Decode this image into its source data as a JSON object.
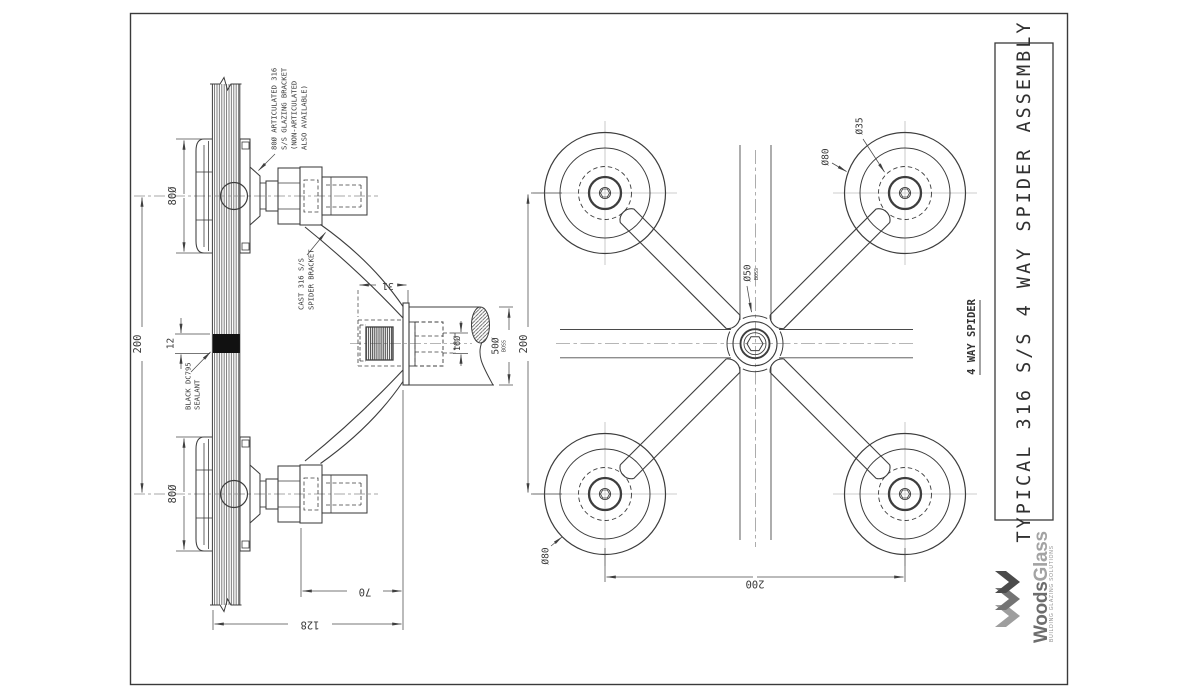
{
  "sheet": {
    "title": "TYPICAL 316 S/S 4 WAY SPIDER ASSEMBLY",
    "view_label": "4 WAY SPIDER"
  },
  "callouts": {
    "glazing_bracket": {
      "line1": "80Ø ARTICULATED 316",
      "line2": "S/S GLAZING BRACKET",
      "line3": "(NON-ARTICULATED",
      "line4": "ALSO AVAILABLE)"
    },
    "spider_bracket": {
      "line1": "CAST 316 S/S",
      "line2": "SPIDER BRACKET"
    },
    "sealant": {
      "line1": "BLACK DC795",
      "line2": "SEALANT"
    }
  },
  "dims_side": {
    "glass_spacing": "200",
    "joint": "12",
    "disc_top": "80Ø",
    "disc_bottom": "80Ø",
    "arm_depth": "70",
    "overall_depth": "128",
    "spline_len": "31",
    "bolt_dia": "16Ø",
    "boss_dia": "50Ø",
    "boss_sub": "BOSS"
  },
  "dims_front": {
    "vertical_pitch": "200",
    "horizontal_pitch": "200",
    "head_dia": "Ø35",
    "disc_dia_top": "Ø80",
    "disc_dia_bottom": "Ø80",
    "boss_dia": "Ø50",
    "boss_sub": "BOSS"
  },
  "logo": {
    "brand1": "Woods",
    "brand2": "Glass",
    "tagline": "BUILDING GLAZING SOLUTIONS"
  },
  "colors": {
    "ink": "#3d3d3d",
    "dim_lines": "#4a4a4a",
    "centerline": "#8a8a8a",
    "crosshair": "#bdbdbd",
    "sealant": "#111111",
    "logo_dark": "#4b4b4b",
    "logo_mid": "#747474",
    "logo_light": "#9e9e9e",
    "logo_text_dark": "#6d6d6d",
    "logo_text_light": "#a3a3a3"
  }
}
